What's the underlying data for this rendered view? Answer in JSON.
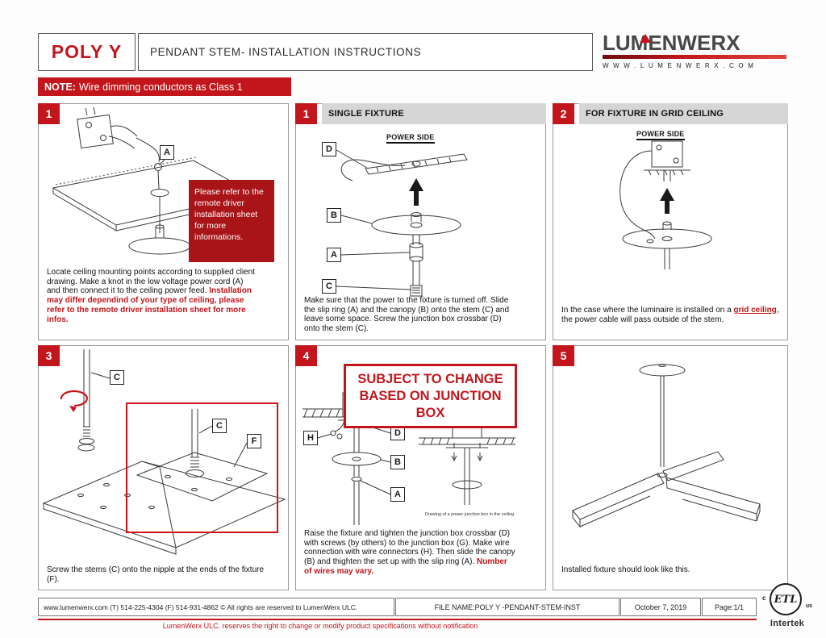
{
  "colors": {
    "accent": "#c3161c"
  },
  "header": {
    "product": "POLY Y",
    "title": "PENDANT STEM- INSTALLATION INSTRUCTIONS",
    "brand": "LUMENWERX",
    "website": "WWW.LUMENWERX.COM"
  },
  "note": {
    "label": "NOTE:",
    "text": "Wire dimming conductors as Class 1"
  },
  "panel1": {
    "number": "1",
    "label_a": "A",
    "callout": "Please refer to the remote driver installation sheet for more informations.",
    "body_black": "Locate ceiling mounting points according to supplied client drawing. Make a knot in the low voltage power cord (A) and then connect it to the ceiling power feed.  ",
    "body_red": "Installation may differ dependind of your type of ceiling, please refer to the remote driver installation sheet for more infos."
  },
  "panel2": {
    "number": "1",
    "title": "SINGLE FIXTURE",
    "power_side": "POWER SIDE",
    "label_d": "D",
    "label_b": "B",
    "label_a": "A",
    "label_c": "C",
    "body": "Make sure that the power to the fixture is turned off. Slide the slip ring (A) and the canopy (B) onto the stem (C) and leave some space. Screw the junction box crossbar (D) onto the stem (C)."
  },
  "panel3": {
    "number": "2",
    "title": "FOR FIXTURE IN GRID CEILING",
    "power_side": "POWER SIDE",
    "body_pre": "In the case where the luminaire is installed on a ",
    "body_em": "grid ceiling",
    "body_post": ", the power cable will pass outside of the stem."
  },
  "panel4": {
    "number": "3",
    "label_c1": "C",
    "label_c2": "C",
    "label_f": "F",
    "body": "Screw the stems (C) onto the nipple at the ends of the fixture (F)."
  },
  "panel5": {
    "number": "4",
    "warning": "SUBJECT TO CHANGE BASED ON JUNCTION BOX",
    "label_h": "H",
    "label_d": "D",
    "label_b": "B",
    "label_a": "A",
    "caption": "Drawing of a power junction box in the ceiling",
    "body_black": "Raise the fixture and tighten the junction box crossbar (D) with screws (by others) to the junction box (G). Make wire connection  with wire connectors (H). Then slide the canopy (B) and thighten the set up with the slip ring (A). ",
    "body_red": "Number of wires may vary."
  },
  "panel6": {
    "number": "5",
    "body": "Installed fixture should look like this."
  },
  "footer": {
    "contact": "www.lumenwerx.com  (T) 514-225-4304  (F) 514-931-4862 © All rights are reserved to LumenWerx ULC.",
    "file_name": "FILE NAME:POLY Y -PENDANT-STEM-INST",
    "date": "October 7, 2019",
    "page": "Page:1/1",
    "disclaimer": "LumenWerx ULC. reserves the right to change or modify product specifications without notification",
    "cert": {
      "mark": "ETL",
      "c": "c",
      "us": "us",
      "brand": "Intertek"
    }
  }
}
